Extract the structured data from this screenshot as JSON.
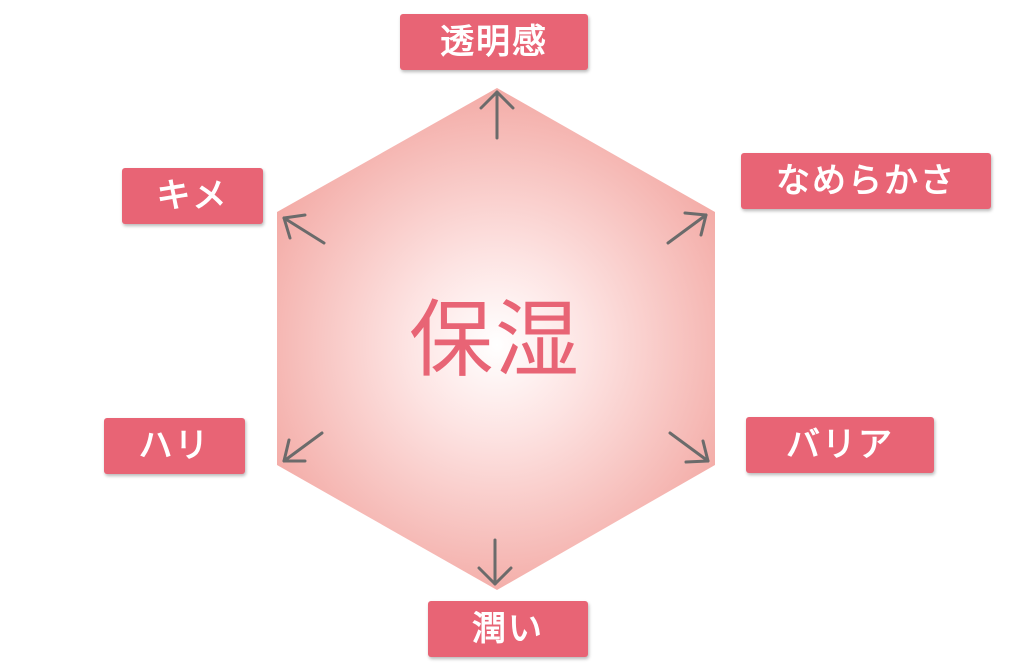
{
  "center": {
    "label": "保湿"
  },
  "labels": {
    "top": "透明感",
    "upper_right": "なめらかさ",
    "upper_left": "キメ",
    "lower_left": "ハリ",
    "lower_right": "バリア",
    "bottom": "潤い"
  },
  "colors": {
    "label_bg": "#e86475",
    "label_text": "#ffffff",
    "hexagon_center": "#ffffff",
    "hexagon_edge": "#f3a9a4",
    "arrow": "#6b6b6b"
  }
}
